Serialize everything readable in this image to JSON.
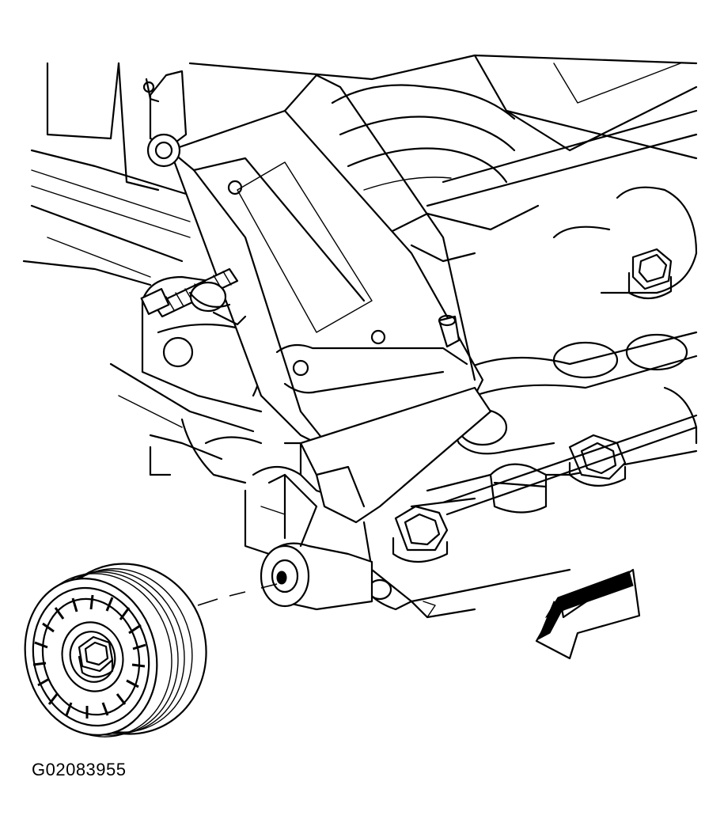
{
  "figure": {
    "figure_id": "G02083955"
  },
  "colors": {
    "line": "#000000",
    "background": "#ffffff"
  },
  "parts": [
    {
      "name": "engine-block"
    },
    {
      "name": "mounting-bracket"
    },
    {
      "name": "tensioner-adjuster-bolt"
    },
    {
      "name": "exhaust-manifold-bolts"
    },
    {
      "name": "idler-pulley-mount-boss"
    },
    {
      "name": "idler-pulley"
    },
    {
      "name": "pulley-bolt"
    },
    {
      "name": "installation-leader-line"
    },
    {
      "name": "direction-arrow"
    }
  ]
}
